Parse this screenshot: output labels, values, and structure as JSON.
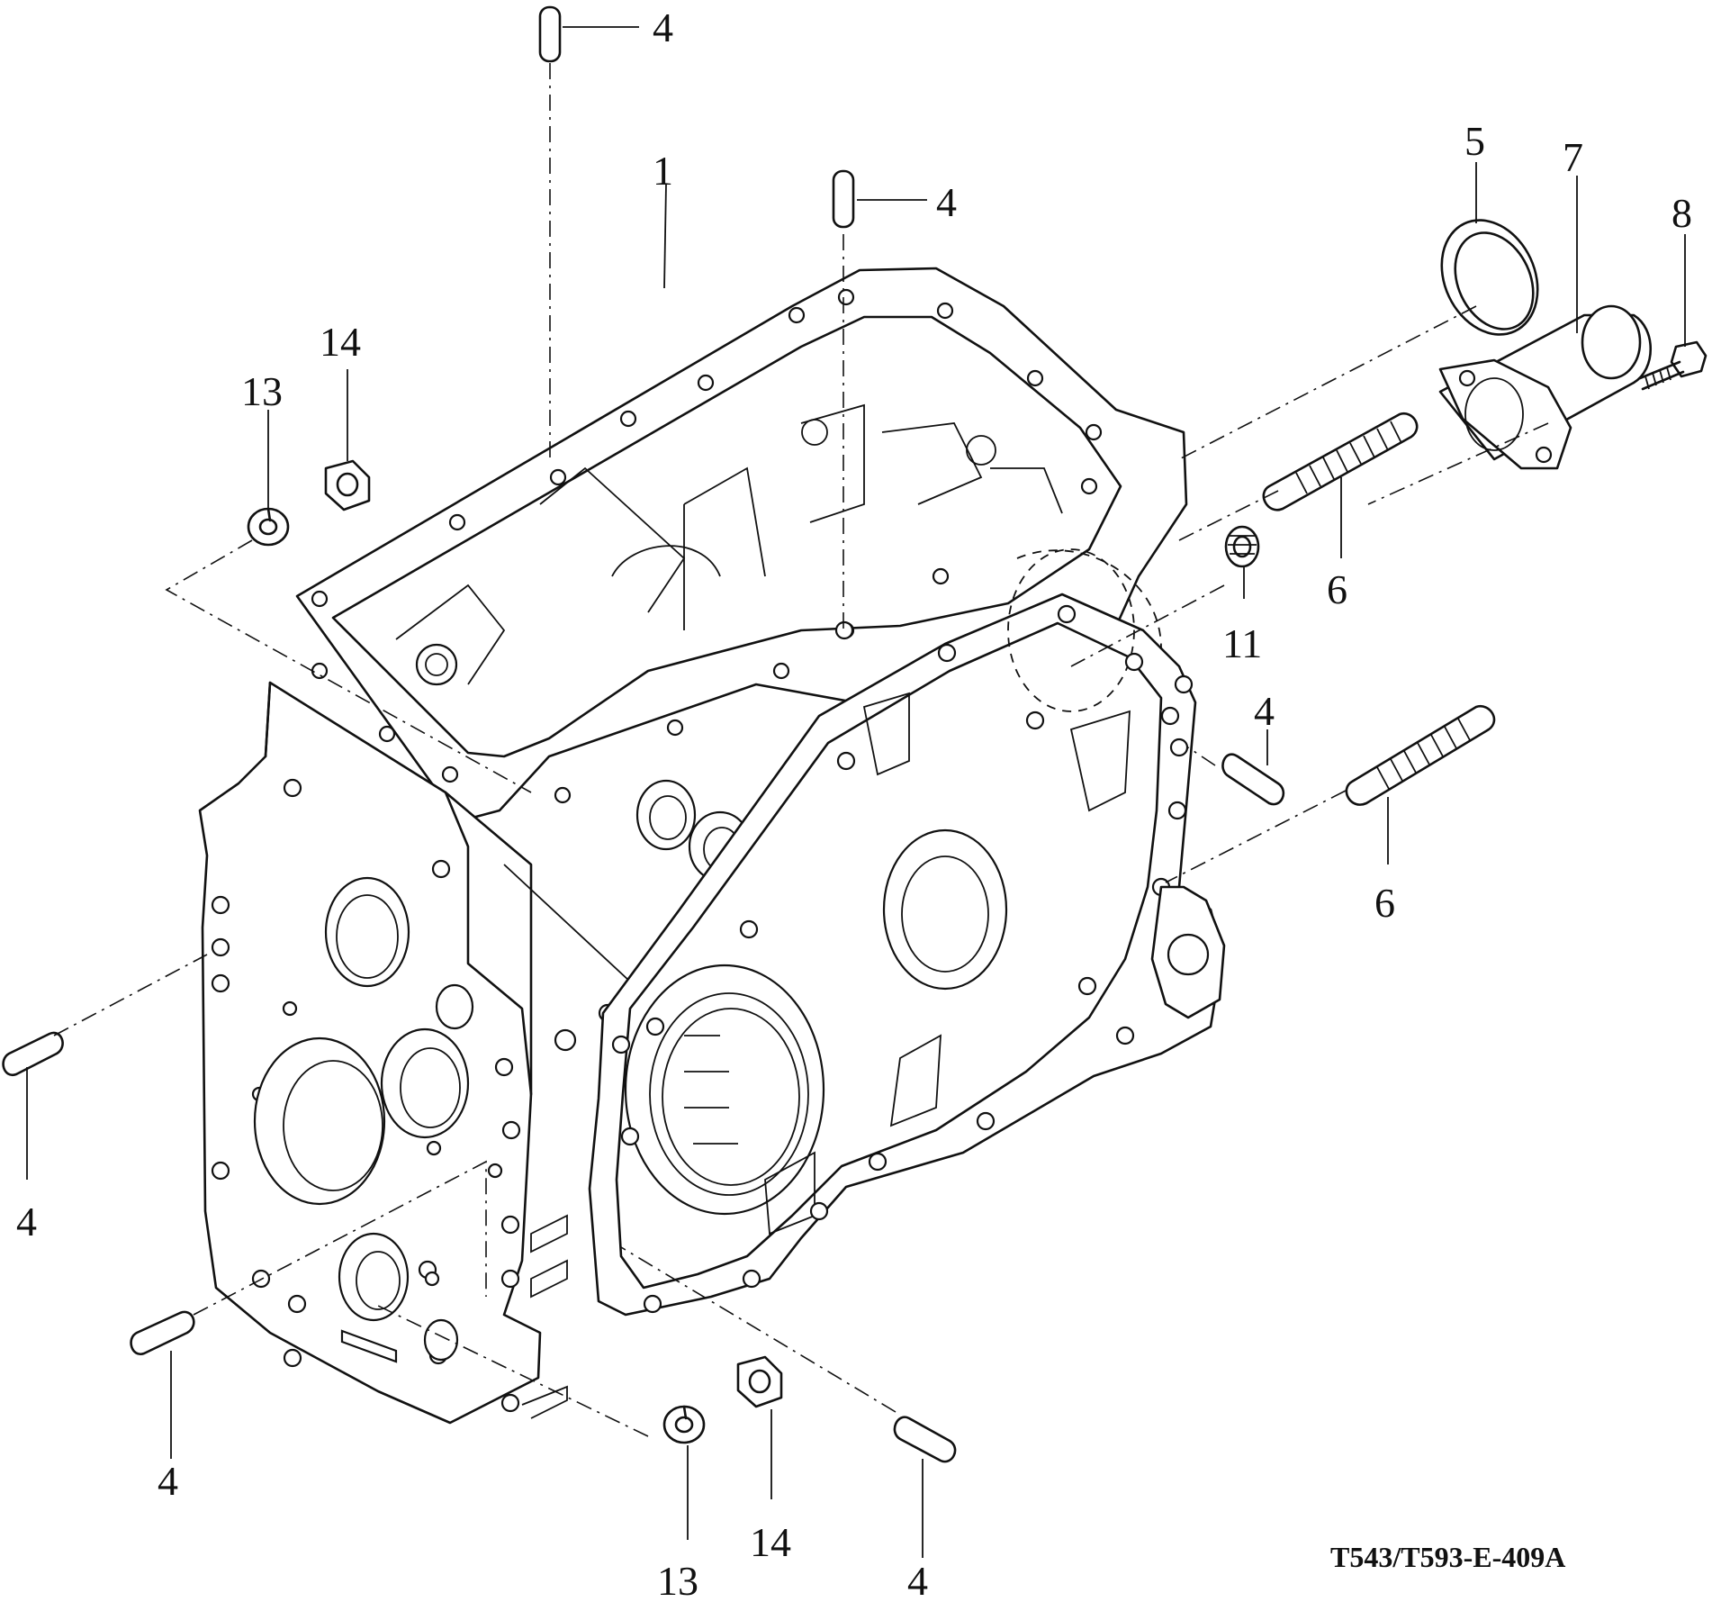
{
  "drawing": {
    "code": "T543/T593-E-409A",
    "callouts": {
      "c1": "1",
      "c4": "4",
      "c5": "5",
      "c6": "6",
      "c7": "7",
      "c8": "8",
      "c11": "11",
      "c13": "13",
      "c14": "14"
    }
  }
}
